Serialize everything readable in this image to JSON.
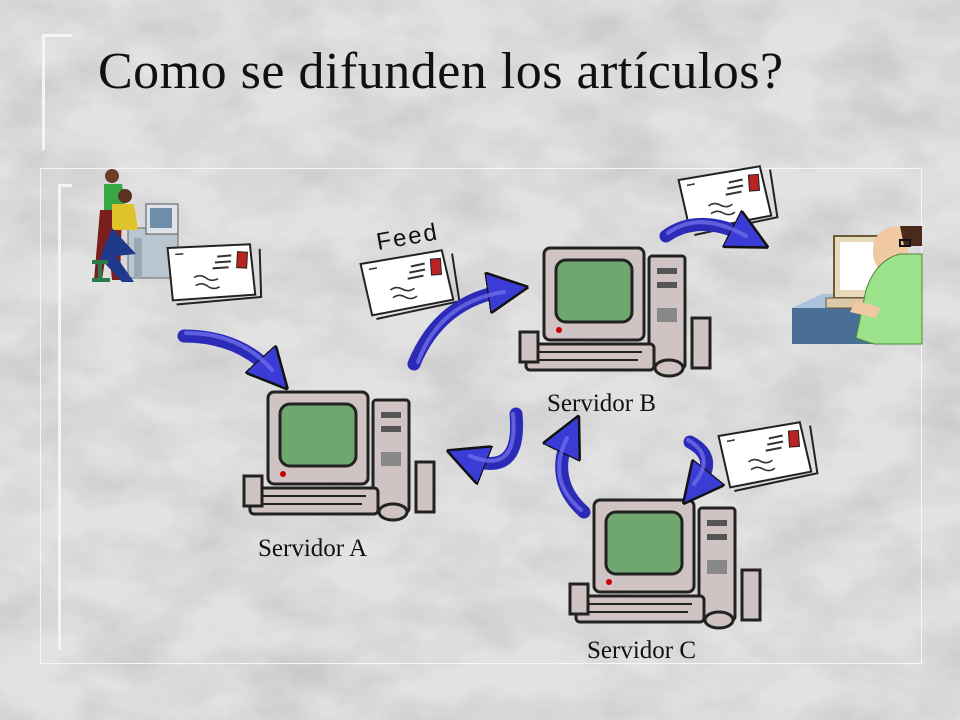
{
  "title": "Como se difunden los  artículos?",
  "feed_label": "Feed",
  "servers": {
    "a": "Servidor A",
    "b": "Servidor B",
    "c": "Servidor C"
  }
}
